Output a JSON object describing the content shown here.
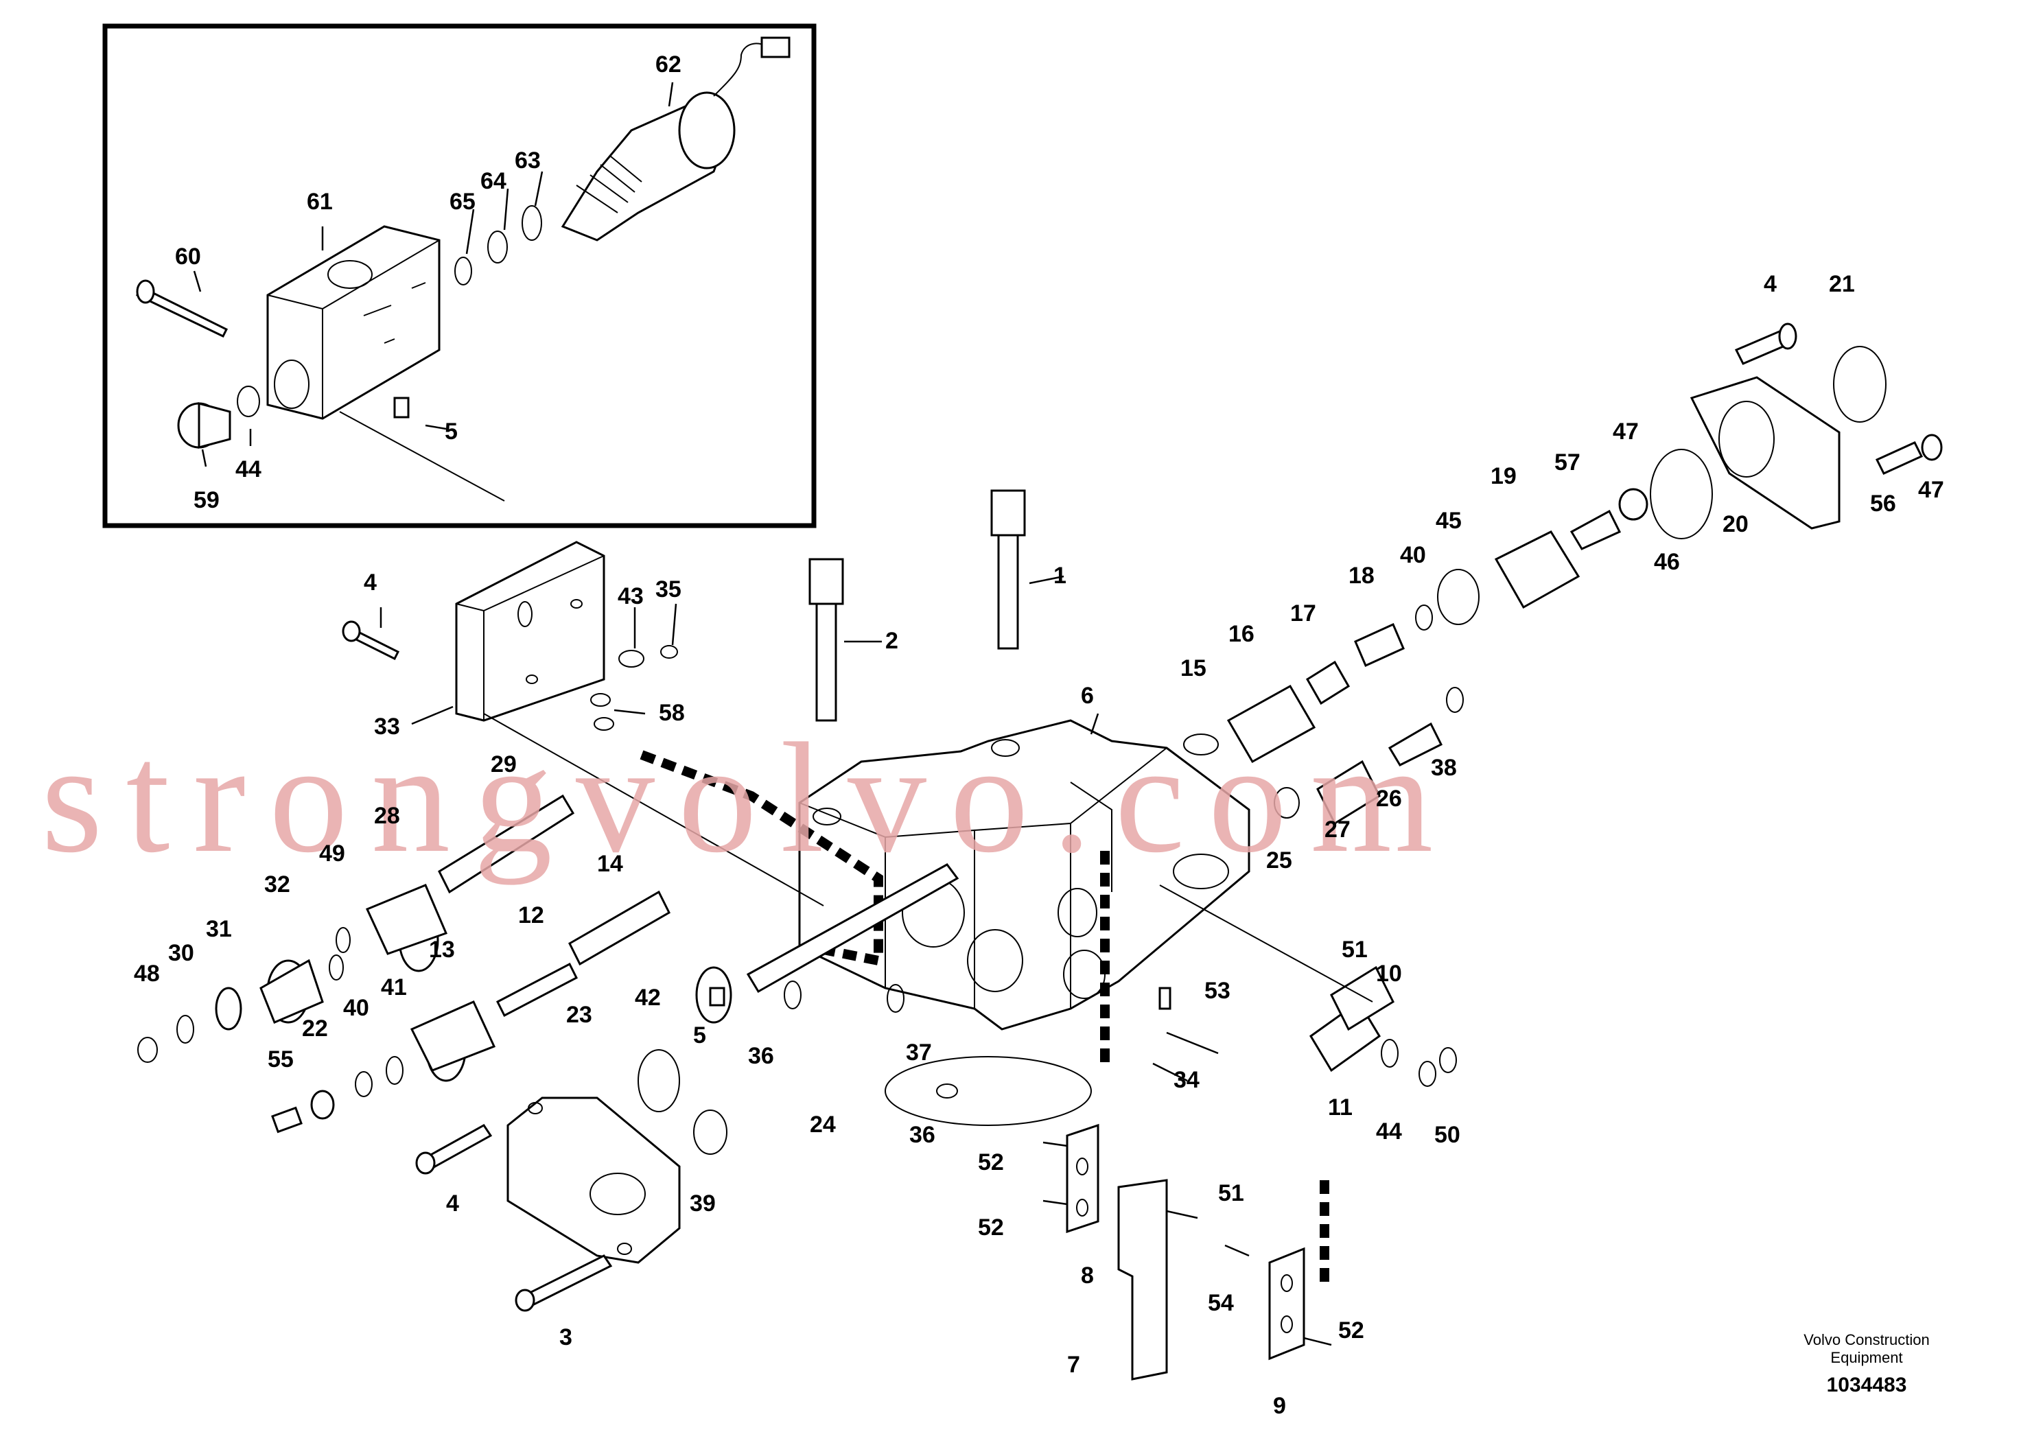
{
  "watermark": "strongvolvo.com",
  "brand": {
    "line1": "Volvo Construction",
    "line2": "Equipment"
  },
  "document_number": "1034483",
  "callouts": {
    "c1": "1",
    "c2": "2",
    "c3": "3",
    "c4a": "4",
    "c4b": "4",
    "c4c": "4",
    "c5a": "5",
    "c5b": "5",
    "c6": "6",
    "c7": "7",
    "c8": "8",
    "c9": "9",
    "c10": "10",
    "c11": "11",
    "c12": "12",
    "c13": "13",
    "c14": "14",
    "c15": "15",
    "c16": "16",
    "c17": "17",
    "c18": "18",
    "c19": "19",
    "c20": "20",
    "c21": "21",
    "c22": "22",
    "c23": "23",
    "c24": "24",
    "c25": "25",
    "c26": "26",
    "c27": "27",
    "c28": "28",
    "c29": "29",
    "c30": "30",
    "c31": "31",
    "c32": "32",
    "c33": "33",
    "c34": "34",
    "c35": "35",
    "c36a": "36",
    "c36b": "36",
    "c37": "37",
    "c38": "38",
    "c39": "39",
    "c40a": "40",
    "c40b": "40",
    "c41": "41",
    "c42": "42",
    "c43": "43",
    "c44a": "44",
    "c44b": "44",
    "c45": "45",
    "c46": "46",
    "c47a": "47",
    "c47b": "47",
    "c48": "48",
    "c49": "49",
    "c50": "50",
    "c51a": "51",
    "c51b": "51",
    "c52a": "52",
    "c52b": "52",
    "c52c": "52",
    "c53": "53",
    "c54": "54",
    "c55": "55",
    "c56": "56",
    "c57": "57",
    "c58": "58",
    "c59": "59",
    "c60": "60",
    "c61": "61",
    "c62": "62",
    "c63": "63",
    "c64": "64",
    "c65": "65"
  }
}
